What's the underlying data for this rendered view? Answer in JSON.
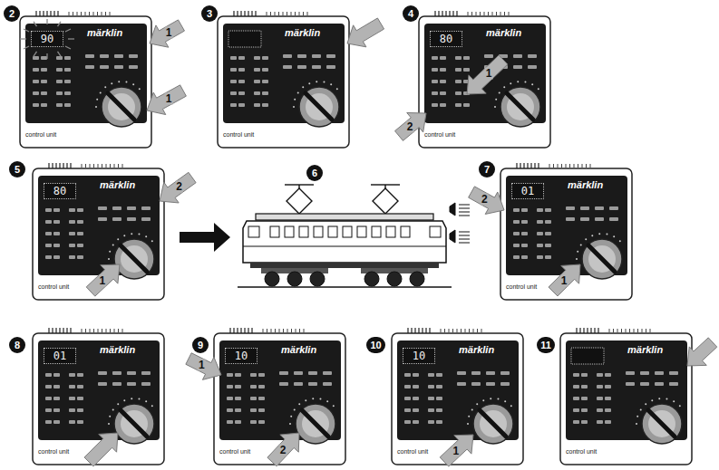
{
  "diagram": {
    "nodes": [
      {
        "text": [
          "2"
        ]
      },
      {
        "text": [
          "märklin",
          "control unit"
        ]
      },
      {
        "text": [
          "90"
        ],
        "in": 1
      },
      {
        "text": [
          "3"
        ]
      },
      {
        "text": [
          "märklin",
          "control unit"
        ]
      },
      {
        "text": [
          "4"
        ]
      },
      {
        "text": [
          "märklin",
          "control unit"
        ]
      },
      {
        "text": [
          "80"
        ],
        "in": 6
      },
      {
        "text": [
          "5"
        ]
      },
      {
        "text": [
          "märklin",
          "control unit"
        ]
      },
      {
        "text": [
          "80"
        ],
        "in": 9
      },
      {
        "text": [
          "6"
        ]
      },
      {
        "text": [
          "7"
        ]
      },
      {
        "text": [
          "märklin",
          "control unit"
        ]
      },
      {
        "text": [
          "01"
        ],
        "in": 13
      },
      {
        "text": [
          "8"
        ]
      },
      {
        "text": [
          "märklin",
          "control unit"
        ]
      },
      {
        "text": [
          "01"
        ],
        "in": 16
      },
      {
        "text": [
          "9"
        ]
      },
      {
        "text": [
          "märklin",
          "control unit"
        ]
      },
      {
        "text": [
          "10"
        ],
        "in": 19
      },
      {
        "text": [
          "10"
        ]
      },
      {
        "text": [
          "märklin",
          "control unit"
        ]
      },
      {
        "text": [
          "10"
        ],
        "in": 22
      },
      {
        "text": [
          "11"
        ]
      },
      {
        "text": [
          "märklin",
          "control unit"
        ]
      }
    ],
    "labels": [
      "1",
      "1",
      "1",
      "2",
      "1",
      "2",
      "2",
      "1",
      "1",
      "2",
      "1"
    ]
  }
}
